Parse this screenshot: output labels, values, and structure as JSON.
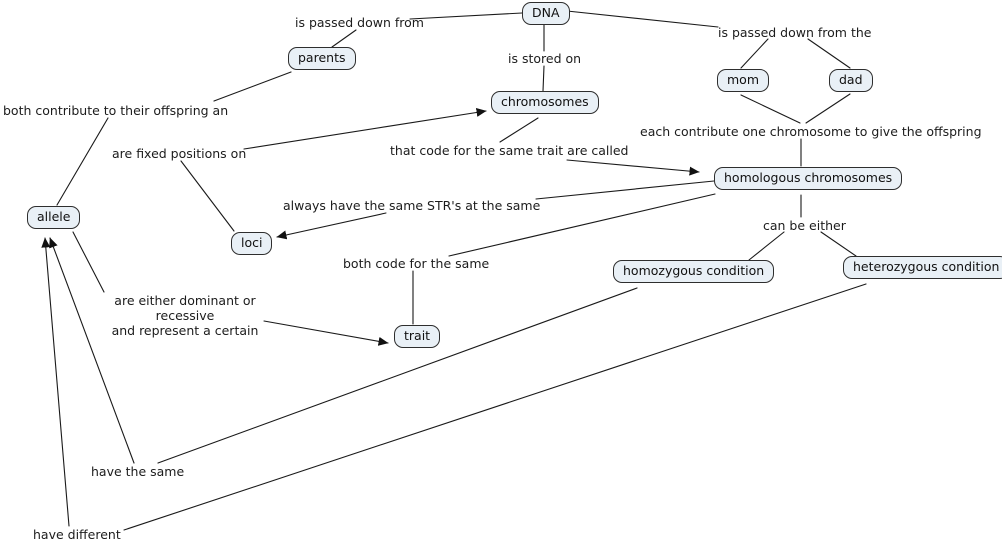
{
  "colors": {
    "background": "#ffffff",
    "node_fill": "#e9f0f6",
    "node_border": "#2e2e2e",
    "line": "#1a1a1a"
  },
  "nodes": {
    "dna": "DNA",
    "parents": "parents",
    "chromosomes": "chromosomes",
    "mom": "mom",
    "dad": "dad",
    "homologous": "homologous chromosomes",
    "homozygous": "homozygous condition",
    "heterozygous": "heterozygous condition",
    "allele": "allele",
    "loci": "loci",
    "trait": "trait"
  },
  "links": {
    "passed_down_parents": "is passed down from",
    "stored_on": "is stored on",
    "passed_down_momdad": "is passed down from the",
    "each_contribute": "each contribute one chromosome to give the offspring",
    "both_contribute": "both contribute to their offspring an",
    "fixed_positions": "are fixed positions on",
    "code_same_trait": "that code for the same trait are called",
    "always_same_strs": "always have the same STR's at the same",
    "can_be_either": "can be either",
    "both_code": "both code for the same",
    "dominant_recessive": "are either dominant or recessive\nand represent a certain",
    "have_same": "have the same",
    "have_different": "have different"
  }
}
